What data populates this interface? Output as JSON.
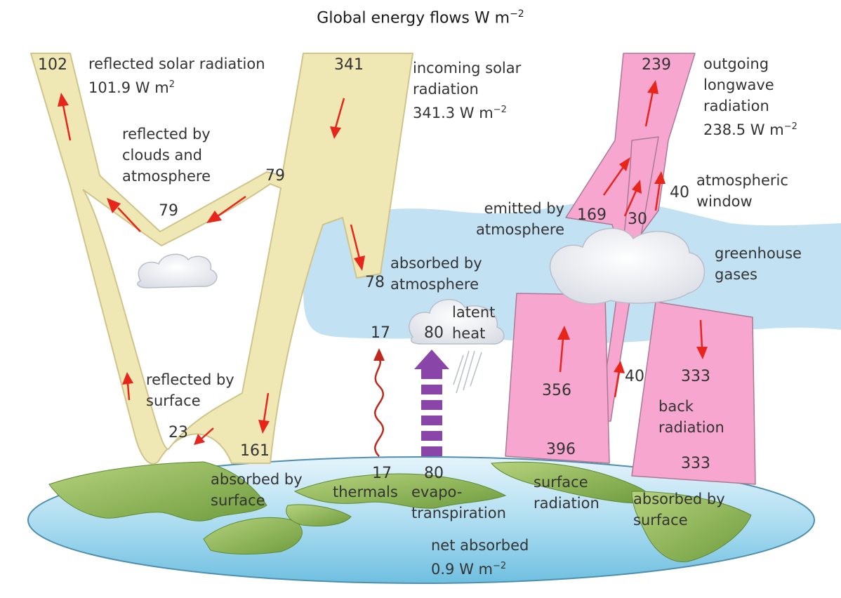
{
  "title": "Global energy flows W m",
  "title_sup": "−2",
  "colors": {
    "solar_band": "#f0e8b4",
    "solar_edge": "#cfc48a",
    "longwave_band": "#f7a6cf",
    "longwave_edge": "#a97b93",
    "atmosphere": "#bfe0f2",
    "arrow": "#e8251b",
    "evapo_arrow": "#8a45a8",
    "ocean": "#8fcde8",
    "land": "#8fb85a"
  },
  "labels": {
    "reflected_solar": "reflected solar radiation",
    "reflected_solar_value": "101.9 W m",
    "reflected_solar_sup": "2",
    "incoming_solar_1": "incoming solar",
    "incoming_solar_2": "radiation",
    "incoming_solar_value": "341.3 W m",
    "incoming_solar_sup": "−2",
    "outgoing_1": "outgoing",
    "outgoing_2": "longwave",
    "outgoing_3": "radiation",
    "outgoing_value": "238.5 W m",
    "outgoing_sup": "−2",
    "reflected_clouds_1": "reflected by",
    "reflected_clouds_2": "clouds and",
    "reflected_clouds_3": "atmosphere",
    "atmospheric_window_1": "atmospheric",
    "atmospheric_window_2": "window",
    "emitted_1": "emitted by",
    "emitted_2": "atmosphere",
    "greenhouse_1": "greenhouse",
    "greenhouse_2": "gases",
    "absorbed_atm_1": "absorbed by",
    "absorbed_atm_2": "atmosphere",
    "latent_1": "latent",
    "latent_2": "heat",
    "reflected_surface_1": "reflected by",
    "reflected_surface_2": "surface",
    "absorbed_surface_left_1": "absorbed by",
    "absorbed_surface_left_2": "surface",
    "thermals": "thermals",
    "evapo_1": "evapo-",
    "evapo_2": "transpiration",
    "surface_radiation_1": "surface",
    "surface_radiation_2": "radiation",
    "back_radiation_1": "back",
    "back_radiation_2": "radiation",
    "absorbed_surface_right_1": "absorbed by",
    "absorbed_surface_right_2": "surface",
    "net_absorbed_1": "net absorbed",
    "net_absorbed_value": "0.9 W m",
    "net_absorbed_sup": "−2"
  },
  "values": {
    "reflected_top": "102",
    "incoming_top": "341",
    "outgoing_top": "239",
    "clouds_branch": "79",
    "clouds_reflected": "79",
    "absorbed_atm": "78",
    "thermals_top": "17",
    "latent_top": "80",
    "emitted": "169",
    "window_30": "30",
    "window_40": "40",
    "surface_up": "356",
    "window_40_low": "40",
    "back_333": "333",
    "reflected_surface": "23",
    "absorbed_161": "161",
    "thermals_bottom": "17",
    "evapo_bottom": "80",
    "surface_396": "396",
    "absorbed_333": "333"
  }
}
